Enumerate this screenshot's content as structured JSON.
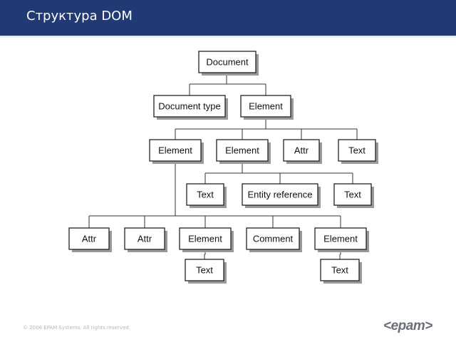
{
  "header": {
    "title": "Структура DOM"
  },
  "diagram": {
    "nodes": [
      {
        "id": "doc",
        "label": "Document"
      },
      {
        "id": "doctype",
        "label": "Document type"
      },
      {
        "id": "root",
        "label": "Element"
      },
      {
        "id": "el1",
        "label": "Element"
      },
      {
        "id": "el2",
        "label": "Element"
      },
      {
        "id": "attr0",
        "label": "Attr"
      },
      {
        "id": "text0",
        "label": "Text"
      },
      {
        "id": "text1",
        "label": "Text"
      },
      {
        "id": "entref",
        "label": "Entity reference"
      },
      {
        "id": "text2",
        "label": "Text"
      },
      {
        "id": "attr1",
        "label": "Attr"
      },
      {
        "id": "attr2",
        "label": "Attr"
      },
      {
        "id": "el3",
        "label": "Element"
      },
      {
        "id": "comment",
        "label": "Comment"
      },
      {
        "id": "el4",
        "label": "Element"
      },
      {
        "id": "text3",
        "label": "Text"
      },
      {
        "id": "text4",
        "label": "Text"
      }
    ],
    "edges": [
      [
        "doc",
        "doctype"
      ],
      [
        "doc",
        "root"
      ],
      [
        "root",
        "el1"
      ],
      [
        "root",
        "el2"
      ],
      [
        "root",
        "attr0"
      ],
      [
        "root",
        "text0"
      ],
      [
        "el2",
        "text1"
      ],
      [
        "el2",
        "entref"
      ],
      [
        "el2",
        "text2"
      ],
      [
        "el1",
        "attr1"
      ],
      [
        "el1",
        "attr2"
      ],
      [
        "el1",
        "el3"
      ],
      [
        "el1",
        "comment"
      ],
      [
        "el1",
        "el4"
      ],
      [
        "el3",
        "text3"
      ],
      [
        "el4",
        "text4"
      ]
    ]
  },
  "footer": {
    "copyright": "© 2006 EPAM Systems. All rights reserved."
  },
  "logo": {
    "text": "<epam>"
  }
}
